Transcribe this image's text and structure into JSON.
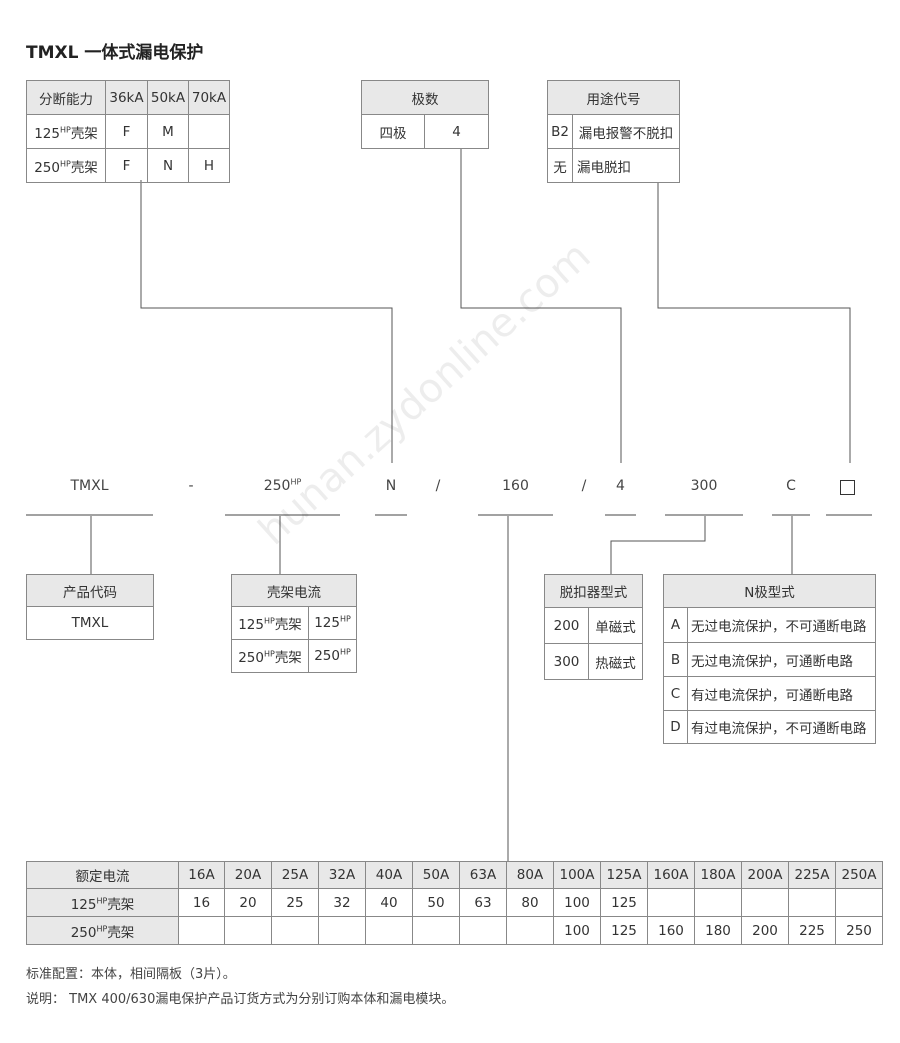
{
  "title": "TMXL 一体式漏电保护",
  "breaking_table": {
    "header": [
      "分断能力",
      "36kA",
      "50kA",
      "70kA"
    ],
    "rows": [
      [
        "125",
        "HP",
        "壳架",
        "F",
        "M",
        ""
      ],
      [
        "250",
        "HP",
        "壳架",
        "F",
        "N",
        "H"
      ]
    ]
  },
  "poles_table": {
    "header": "极数",
    "label": "四极",
    "value": "4"
  },
  "usage_table": {
    "header": "用途代号",
    "rows": [
      [
        "B2",
        "漏电报警不脱扣"
      ],
      [
        "无",
        "漏电脱扣"
      ]
    ]
  },
  "code_parts": {
    "p1": "TMXL",
    "p2": "-",
    "p3": "250",
    "p3_sup": "HP",
    "p4": "N",
    "p5": "/",
    "p6": "160",
    "p7": "/",
    "p8": "4",
    "p9": "300",
    "p10": "C"
  },
  "product_code_table": {
    "header": "产品代码",
    "value": "TMXL"
  },
  "frame_current_table": {
    "header": "壳架电流",
    "rows": [
      [
        "125",
        "HP",
        "壳架",
        "125",
        "HP"
      ],
      [
        "250",
        "HP",
        "壳架",
        "250",
        "HP"
      ]
    ]
  },
  "trip_type_table": {
    "header": "脱扣器型式",
    "rows": [
      [
        "200",
        "单磁式"
      ],
      [
        "300",
        "热磁式"
      ]
    ]
  },
  "n_pole_table": {
    "header": "N极型式",
    "rows": [
      [
        "A",
        "无过电流保护，不可通断电路"
      ],
      [
        "B",
        "无过电流保护，可通断电路"
      ],
      [
        "C",
        "有过电流保护，可通断电路"
      ],
      [
        "D",
        "有过电流保护，不可通断电路"
      ]
    ]
  },
  "rated_current_table": {
    "header": [
      "额定电流",
      "16A",
      "20A",
      "25A",
      "32A",
      "40A",
      "50A",
      "63A",
      "80A",
      "100A",
      "125A",
      "160A",
      "180A",
      "200A",
      "225A",
      "250A"
    ],
    "row_labels": [
      [
        "125",
        "HP",
        "壳架"
      ],
      [
        "250",
        "HP",
        "壳架"
      ]
    ],
    "row1": [
      "16",
      "20",
      "25",
      "32",
      "40",
      "50",
      "63",
      "80",
      "100",
      "125",
      "",
      "",
      "",
      "",
      ""
    ],
    "row2": [
      "",
      "",
      "",
      "",
      "",
      "",
      "",
      "",
      "100",
      "125",
      "160",
      "180",
      "200",
      "225",
      "250"
    ]
  },
  "notes": {
    "line1": "标准配置：本体，相间隔板（3片）。",
    "line2": "说明： TMX 400/630漏电保护产品订货方式为分别订购本体和漏电模块。"
  },
  "watermark": "hunan.zydonline.com",
  "colors": {
    "line": "#555555",
    "header_bg": "#e8e8e8",
    "border": "#888888"
  }
}
